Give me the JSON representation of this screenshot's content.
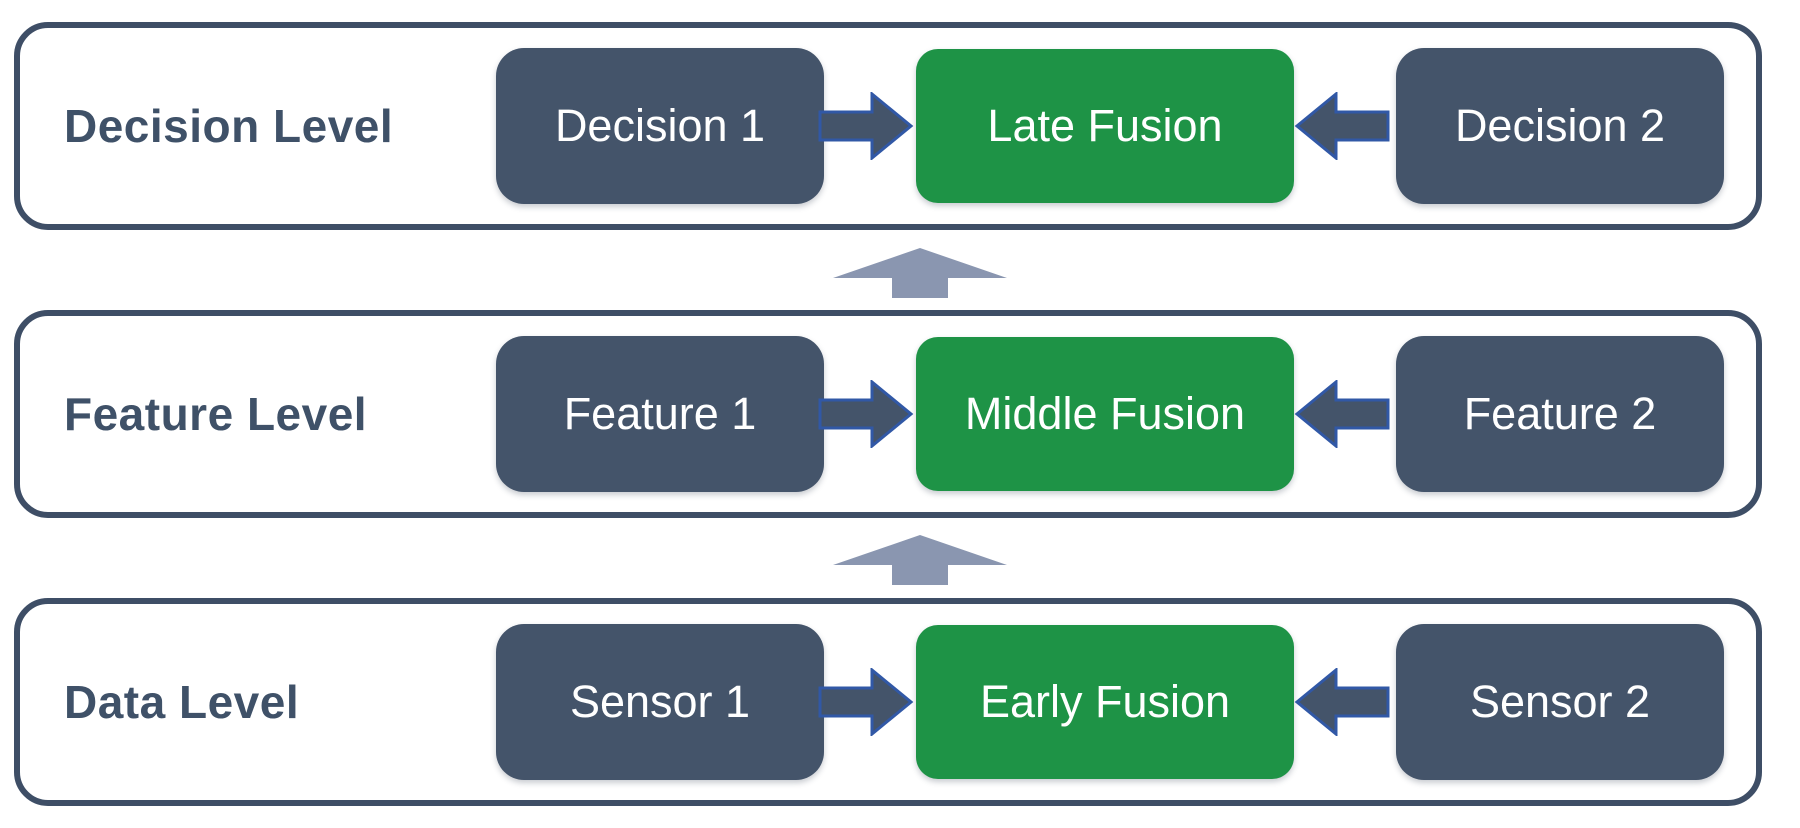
{
  "rows": [
    {
      "label": "Decision Level",
      "left_box": "Decision 1",
      "fusion_box": "Late Fusion",
      "right_box": "Decision 2"
    },
    {
      "label": "Feature Level",
      "left_box": "Feature 1",
      "fusion_box": "Middle Fusion",
      "right_box": "Feature 2"
    },
    {
      "label": "Data Level",
      "left_box": "Sensor 1",
      "fusion_box": "Early Fusion",
      "right_box": "Sensor 2"
    }
  ],
  "icons": {
    "right_arrow": "block-arrow-right",
    "left_arrow": "block-arrow-left",
    "up_arrow": "block-arrow-up"
  },
  "colors": {
    "background": "#FFFFFF",
    "container_border": "#3E4E66",
    "dark_box": "#44546A",
    "green_box": "#1E9346",
    "arrow_fill": "#44546A",
    "arrow_outline": "#3158A6",
    "up_arrow": "#8A96B0",
    "label_text": "#3F5168",
    "box_text": "#FFFFFF"
  }
}
